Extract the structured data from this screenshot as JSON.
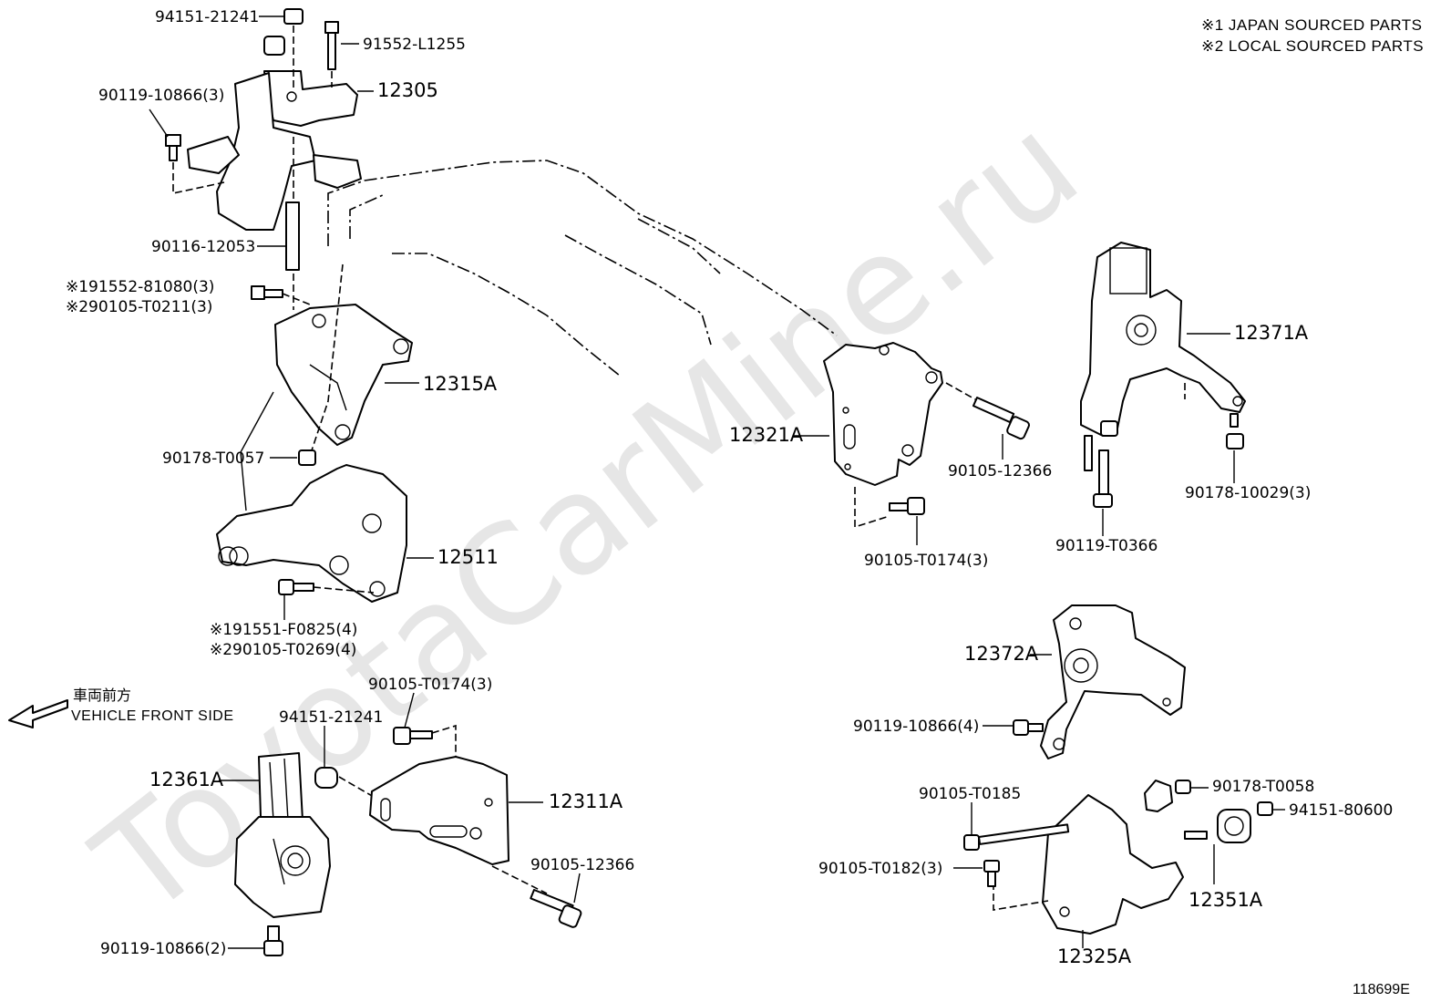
{
  "notes": {
    "japan": "※1 JAPAN SOURCED PARTS",
    "local": "※2 LOCAL SOURCED PARTS"
  },
  "watermark": "ToyotaCarMine.ru",
  "direction": {
    "jp": "車両前方",
    "en": "VEHICLE FRONT SIDE"
  },
  "sheet_id": "118699E",
  "labels": {
    "p94151_21241_top": "94151-21241",
    "p91552_L1255": "91552-L1255",
    "p12305": "12305",
    "p90119_10866_3": "90119-10866(3)",
    "p90116_12053": "90116-12053",
    "p191552_81080": "※191552-81080(3)",
    "p290105_T0211": "※290105-T0211(3)",
    "p12315A": "12315A",
    "p90178_T0057": "90178-T0057",
    "p12511": "12511",
    "p191551_F0825": "※191551-F0825(4)",
    "p290105_T0269": "※290105-T0269(4)",
    "p12321A": "12321A",
    "p90105_12366_mid": "90105-12366",
    "p90105_T0174_mid": "90105-T0174(3)",
    "p12371A": "12371A",
    "p90178_10029": "90178-10029(3)",
    "p90119_T0366": "90119-T0366",
    "p12372A": "12372A",
    "p90119_10866_4": "90119-10866(4)",
    "p90178_T0058": "90178-T0058",
    "p94151_80600": "94151-80600",
    "p90105_T0185": "90105-T0185",
    "p90105_T0182": "90105-T0182(3)",
    "p12351A": "12351A",
    "p12325A": "12325A",
    "p90105_T0174_bot": "90105-T0174(3)",
    "p94151_21241_bot": "94151-21241",
    "p12361A": "12361A",
    "p12311A": "12311A",
    "p90105_12366_bot": "90105-12366",
    "p90119_10866_2": "90119-10866(2)"
  }
}
